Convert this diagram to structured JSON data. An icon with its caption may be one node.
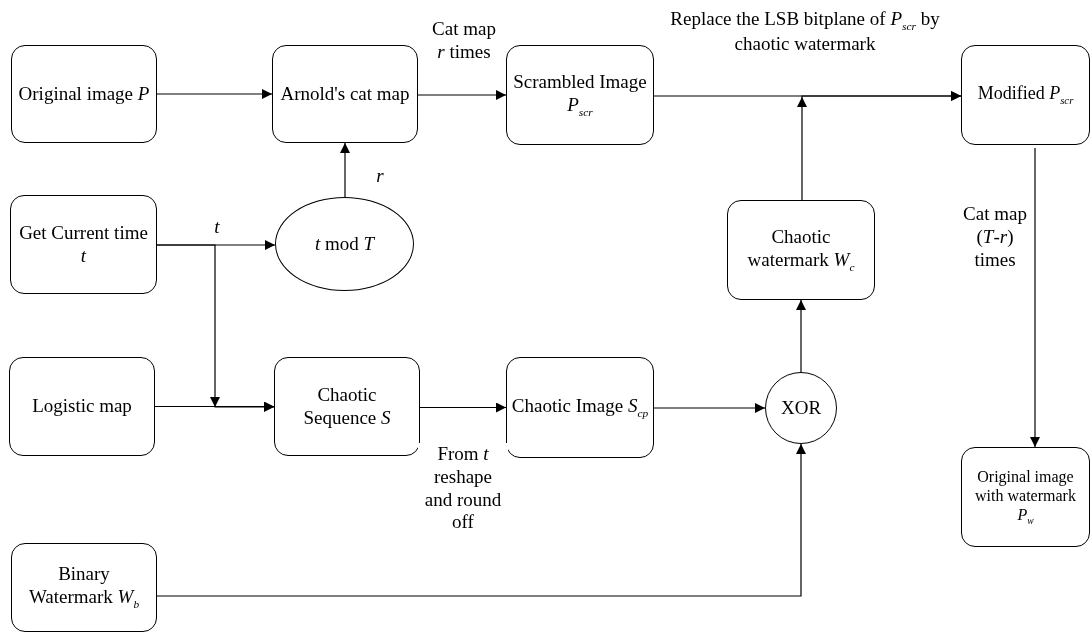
{
  "diagram": {
    "nodes": [
      {
        "text": [
          "Original image *P*"
        ]
      },
      {
        "text": [
          "Arnold's cat map"
        ]
      },
      {
        "text": [
          "Scrambled Image *P*$_{scr}$"
        ]
      },
      {
        "text": [
          "Modified *P*$_{scr}$"
        ]
      },
      {
        "text": [
          "Get Current time *t*"
        ]
      },
      {
        "text": [
          "*t* mod *T*"
        ]
      },
      {
        "text": [
          "Chaotic watermark *W*$_{c}$"
        ]
      },
      {
        "text": [
          "Logistic map"
        ]
      },
      {
        "text": [
          "Chaotic Sequence *S*"
        ]
      },
      {
        "text": [
          "Chaotic Image *S*$_{cp}$"
        ]
      },
      {
        "text": [
          "XOR"
        ]
      },
      {
        "text": [
          "Original image with watermark *P*$_{w}$"
        ]
      },
      {
        "text": [
          "Binary Watermark *W*$_{b}$"
        ]
      }
    ],
    "edges": [
      {
        "from": 0,
        "to": 1,
        "arrow": "to"
      },
      {
        "from": 1,
        "to": 2,
        "arrow": "to",
        "label": "Cat map *r* times"
      },
      {
        "from": 2,
        "to": 3,
        "arrow": "to",
        "label": "Replace the LSB bitplane of *P*$_{scr}$ by chaotic watermark"
      },
      {
        "from": 6,
        "to": 3,
        "arrow": "to"
      },
      {
        "from": 5,
        "to": 1,
        "arrow": "to",
        "label": "r"
      },
      {
        "from": 4,
        "to": 5,
        "arrow": "to",
        "label": "t"
      },
      {
        "from": 4,
        "to": 8,
        "arrow": "to"
      },
      {
        "from": 7,
        "to": 8,
        "arrow": "to"
      },
      {
        "from": 8,
        "to": 9,
        "arrow": "to",
        "label": "From *t* reshape and round off"
      },
      {
        "from": 9,
        "to": 10,
        "arrow": "to"
      },
      {
        "from": 12,
        "to": 10,
        "arrow": "to"
      },
      {
        "from": 10,
        "to": 6,
        "arrow": "to"
      },
      {
        "from": 3,
        "to": 11,
        "arrow": "to",
        "label": "Cat map (*T*-*r*) times"
      }
    ]
  }
}
